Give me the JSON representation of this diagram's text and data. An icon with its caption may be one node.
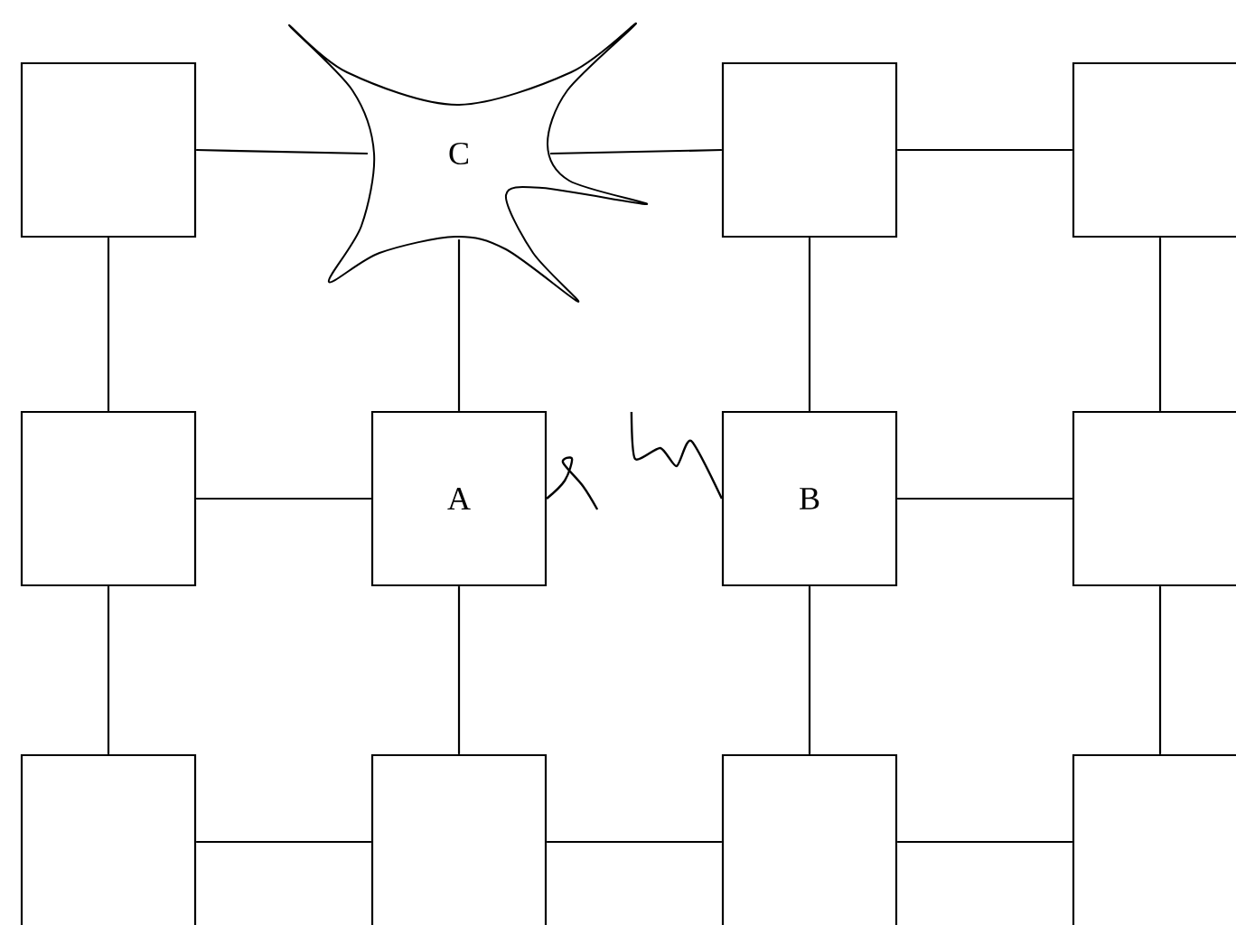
{
  "diagram": {
    "nodes": [
      {
        "text": [],
        "shape": "box"
      },
      {
        "text": [
          "C"
        ]
      },
      {
        "text": [],
        "shape": "box"
      },
      {
        "text": [],
        "shape": "box"
      },
      {
        "text": [],
        "shape": "box"
      },
      {
        "text": [
          "A"
        ]
      },
      {
        "text": [
          "B"
        ]
      },
      {
        "text": [],
        "shape": "box"
      },
      {
        "text": [],
        "shape": "box"
      },
      {
        "text": [],
        "shape": "box"
      },
      {
        "text": [],
        "shape": "box"
      },
      {
        "text": [],
        "shape": "box"
      }
    ],
    "edges": [
      {
        "from": 0,
        "to": 1,
        "arrow": "none"
      },
      {
        "from": 1,
        "to": 2,
        "arrow": "none"
      },
      {
        "from": 2,
        "to": 3,
        "arrow": "none"
      },
      {
        "from": 0,
        "to": 4,
        "arrow": "none"
      },
      {
        "from": 1,
        "to": 5,
        "arrow": "none"
      },
      {
        "from": 2,
        "to": 6,
        "arrow": "none"
      },
      {
        "from": 3,
        "to": 7,
        "arrow": "none"
      },
      {
        "from": 4,
        "to": 5,
        "arrow": "none"
      },
      {
        "from": 5,
        "to": null,
        "arrow": "none"
      },
      {
        "from": null,
        "to": 6,
        "arrow": "none"
      },
      {
        "from": 6,
        "to": 7,
        "arrow": "none"
      },
      {
        "from": 4,
        "to": 8,
        "arrow": "none"
      },
      {
        "from": 5,
        "to": 9,
        "arrow": "none"
      },
      {
        "from": 6,
        "to": 10,
        "arrow": "none"
      },
      {
        "from": 7,
        "to": 11,
        "arrow": "none"
      },
      {
        "from": 8,
        "to": 9,
        "arrow": "none"
      },
      {
        "from": 9,
        "to": 10,
        "arrow": "none"
      },
      {
        "from": 10,
        "to": 11,
        "arrow": "none"
      }
    ]
  }
}
